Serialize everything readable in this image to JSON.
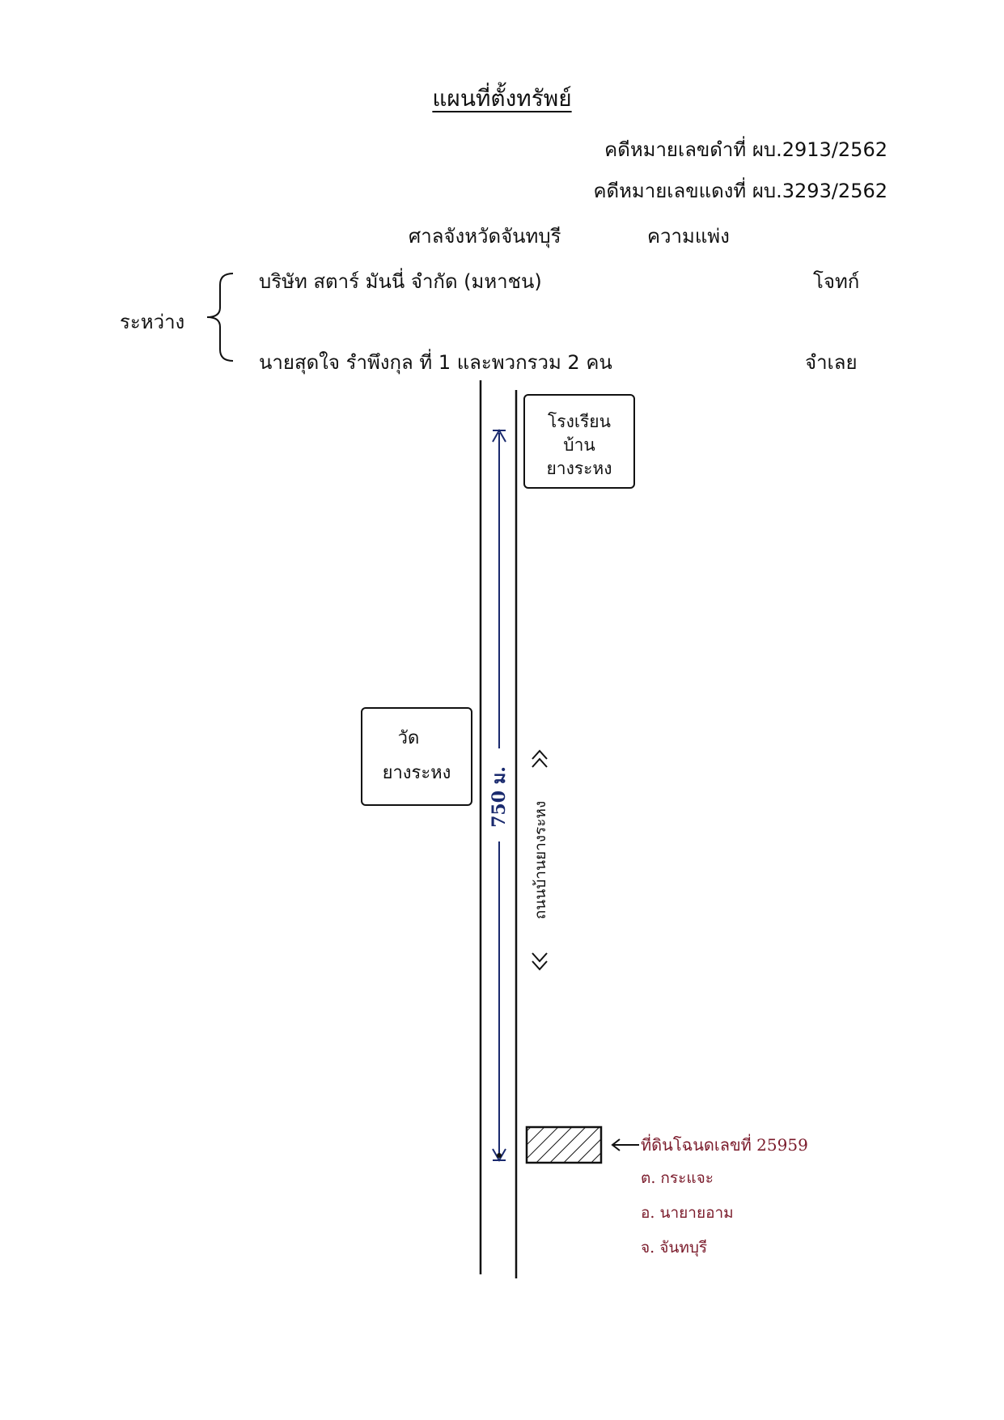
{
  "header": {
    "title": "แผนที่ตั้งทรัพย์",
    "case_black": "คดีหมายเลขดำที่   ผบ.2913/2562",
    "case_red": "คดีหมายเลขแดงที่ ผบ.3293/2562",
    "court": "ศาลจังหวัดจันทบุรี",
    "case_type": "ความแพ่ง",
    "between_label": "ระหว่าง",
    "plaintiff_name": "บริษัท สตาร์ มันนี่ จำกัด (มหาชน)",
    "plaintiff_role": "โจทก์",
    "defendant_name": "นายสุดใจ รำพึงกุล ที่ 1 และพวกรวม 2 คน",
    "defendant_role": "จำเลย"
  },
  "map": {
    "school_lines": [
      "โรงเรียน",
      "บ้าน",
      "ยางระหง"
    ],
    "temple_lines": [
      "วัด",
      "ยางระหง"
    ],
    "distance_label": "750 ม.",
    "road_label": "ถนนบ้านยางระหง",
    "land_label": "ที่ดินโฉนดเลขที่ 25959",
    "address_lines": [
      "ต. กระแจะ",
      "อ. นายายอาม",
      "จ. จันทบุรี"
    ],
    "ink_color": "#1a1a2e",
    "address_color": "#7a1a2a",
    "distance_color": "#1a2a6e"
  }
}
